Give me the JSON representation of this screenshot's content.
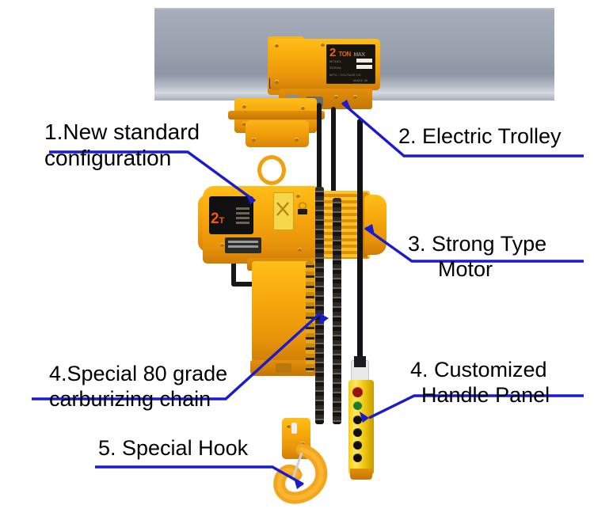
{
  "document": {
    "type": "product-diagram",
    "subject": "Electric chain hoist with electric trolley",
    "background_color": "#ffffff",
    "callout_color": "#1a1ad0",
    "text_color": "#000000"
  },
  "callouts": [
    {
      "id": "callout-1",
      "number": "1.",
      "lines": [
        "1.New standard",
        "configuration"
      ],
      "full_text": "1.New standard configuration",
      "side": "left",
      "points_to": "trolley-suspension-assembly"
    },
    {
      "id": "callout-2",
      "number": "2.",
      "lines": [
        "2. Electric Trolley"
      ],
      "full_text": "2. Electric Trolley",
      "side": "right",
      "points_to": "electric-trolley"
    },
    {
      "id": "callout-3",
      "number": "3.",
      "lines": [
        "3. Strong Type",
        "Motor"
      ],
      "full_text": "3. Strong Type Motor",
      "side": "right",
      "points_to": "hoist-motor"
    },
    {
      "id": "callout-4",
      "number": "4.",
      "lines": [
        "4.Special 80 grade",
        "carburizing chain"
      ],
      "full_text": "4.Special 80 grade carburizing chain",
      "side": "left",
      "points_to": "load-chain"
    },
    {
      "id": "callout-5",
      "number": "4.",
      "lines": [
        "4. Customized",
        "Handle Panel"
      ],
      "full_text": "4. Customized Handle Panel",
      "side": "right",
      "points_to": "pendant-control-panel"
    },
    {
      "id": "callout-6",
      "number": "5.",
      "lines": [
        "5. Special Hook"
      ],
      "full_text": "5. Special Hook",
      "side": "left",
      "points_to": "bottom-hook"
    }
  ],
  "machine": {
    "beam": {
      "name": "steel-i-beam",
      "color": "#9aa1af"
    },
    "trolley": {
      "name": "electric-trolley",
      "body_color": "#f5a70c",
      "nameplate": {
        "capacity": "2",
        "unit": "TON",
        "suffix": "MAX",
        "plate_color": "#18150f",
        "text_color": "#f4610f",
        "spec_rows": [
          "MODEL",
          "SERIAL",
          "MFG",
          "VOLTAGE"
        ]
      }
    },
    "hoist": {
      "name": "electric-chain-hoist-body",
      "body_color": "#f5a70c",
      "nameplate": {
        "capacity": "2",
        "unit": "T",
        "plate_color": "#101010",
        "text_color": "#f4560c"
      },
      "warning_label": {
        "name": "warning-decal",
        "color": "#f6d64a",
        "pictogram": "crossed-out-x"
      }
    },
    "motor": {
      "name": "strong-type-motor",
      "finned": true,
      "color": "#ffc22a"
    },
    "chain": {
      "name": "grade-80-carburizing-load-chain",
      "grade": "80",
      "color": "#2e2a26",
      "falls": 2
    },
    "chain_bag": {
      "name": "chain-container",
      "color": "#f5a70c"
    },
    "pendant": {
      "name": "customized-handle-panel",
      "housing_color": "#f4cf12",
      "buttons": [
        {
          "name": "emergency-stop-button",
          "color": "#9a1111"
        },
        {
          "name": "power-on-button",
          "color": "#1d7a26"
        },
        {
          "name": "hoist-up-button",
          "color": "#0f0f0f"
        },
        {
          "name": "hoist-down-button",
          "color": "#0f0f0f"
        },
        {
          "name": "travel-left-button",
          "color": "#0f0f0f"
        },
        {
          "name": "travel-right-button",
          "color": "#0f0f0f"
        }
      ]
    },
    "hook": {
      "name": "special-bottom-hook",
      "color": "#f3a51b",
      "has_safety_latch": true
    }
  }
}
